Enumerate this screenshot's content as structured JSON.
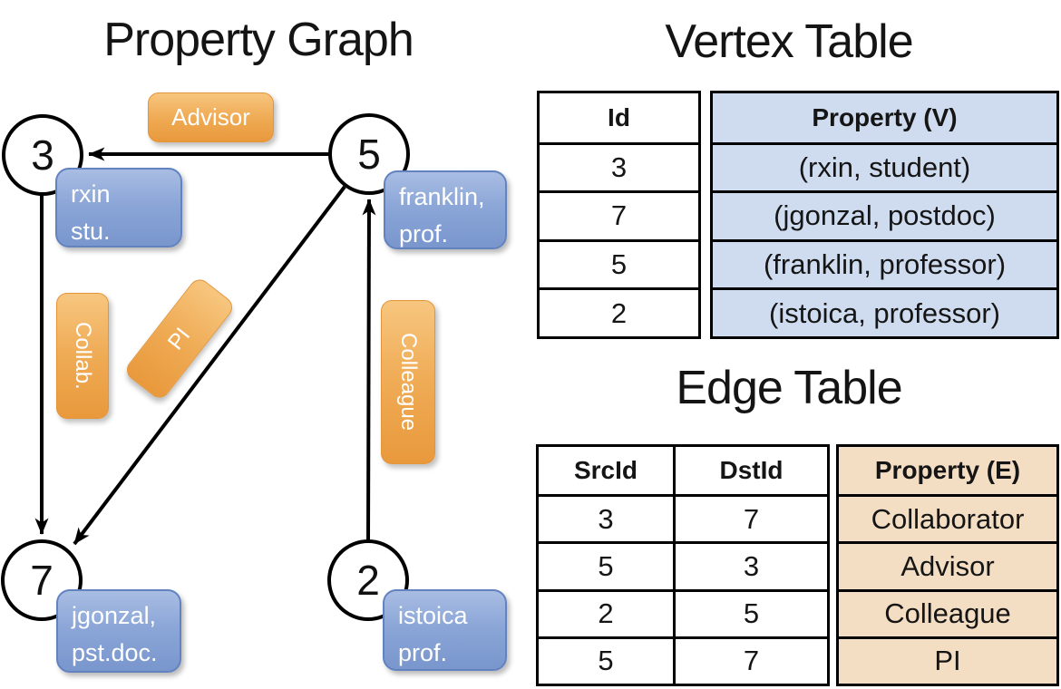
{
  "graph": {
    "title": "Property Graph",
    "nodes": [
      {
        "id": "3",
        "label_line1": "rxin",
        "label_line2": "stu."
      },
      {
        "id": "5",
        "label_line1": "franklin,",
        "label_line2": "prof."
      },
      {
        "id": "7",
        "label_line1": "jgonzal,",
        "label_line2": "pst.doc."
      },
      {
        "id": "2",
        "label_line1": "istoica",
        "label_line2": "prof."
      }
    ],
    "edge_labels": [
      {
        "text": "Advisor"
      },
      {
        "text": "Collab."
      },
      {
        "text": "PI"
      },
      {
        "text": "Colleague"
      }
    ],
    "edges": [
      {
        "from": "5",
        "to": "3",
        "label": "Advisor"
      },
      {
        "from": "3",
        "to": "7",
        "label": "Collab."
      },
      {
        "from": "5",
        "to": "7",
        "label": "PI"
      },
      {
        "from": "2",
        "to": "5",
        "label": "Colleague"
      }
    ]
  },
  "vertex_table": {
    "title": "Vertex Table",
    "columns": [
      "Id",
      "Property (V)"
    ],
    "rows": [
      [
        "3",
        "(rxin, student)"
      ],
      [
        "7",
        "(jgonzal, postdoc)"
      ],
      [
        "5",
        "(franklin, professor)"
      ],
      [
        "2",
        "(istoica, professor)"
      ]
    ]
  },
  "edge_table": {
    "title": "Edge Table",
    "columns": [
      "SrcId",
      "DstId",
      "Property (E)"
    ],
    "rows": [
      [
        "3",
        "7",
        "Collaborator"
      ],
      [
        "5",
        "3",
        "Advisor"
      ],
      [
        "2",
        "5",
        "Colleague"
      ],
      [
        "5",
        "7",
        "PI"
      ]
    ]
  },
  "colors": {
    "edge_label_orange": "#EC9F43",
    "node_label_blue": "#7E9AD0",
    "vertex_property_fill": "#CFDCEF",
    "edge_property_fill": "#F4DEC3",
    "line_black": "#000000"
  }
}
